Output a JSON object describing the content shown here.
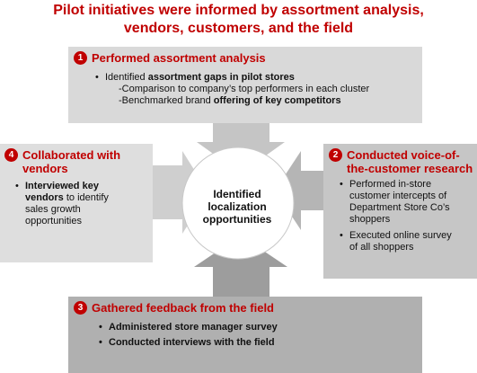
{
  "title_line1": "Pilot initiatives were informed by assortment analysis,",
  "title_line2": "vendors, customers, and the field",
  "center_label": [
    "Identified",
    "localization",
    "opportunities"
  ],
  "panels": {
    "top": {
      "number": "1",
      "heading": "Performed assortment analysis",
      "bullet_prefix": "Identified ",
      "bullet_bold": "assortment gaps in pilot stores",
      "sub1": "-Comparison to company’s top performers in each cluster",
      "sub2_prefix": "-Benchmarked brand ",
      "sub2_bold": "offering of key competitors"
    },
    "right": {
      "number": "2",
      "heading_line1": "Conducted voice-of-",
      "heading_line2": "the-customer research",
      "bullet1": [
        "Performed in-store",
        "customer intercepts of",
        "Department Store Co’s",
        "shoppers"
      ],
      "bullet2": [
        "Executed online survey",
        "of all shoppers"
      ]
    },
    "bottom": {
      "number": "3",
      "heading": "Gathered feedback from the field",
      "bullet1": "Administered store manager survey",
      "bullet2": "Conducted interviews with the field"
    },
    "left": {
      "number": "4",
      "heading_line1": "Collaborated with",
      "heading_line2": "vendors",
      "bullet_bold_line1": "Interviewed key",
      "bullet_bold_line2": "vendors",
      "bullet_rest_line2": " to identify",
      "bullet_line3": "sales growth",
      "bullet_line4": "opportunities"
    }
  },
  "colors": {
    "accent": "#c00000",
    "panel_top": "#d9d9d9",
    "panel_left": "#dedede",
    "panel_right": "#c6c6c6",
    "panel_bottom": "#b0b0b0",
    "arrow_top": "#c5c5c5",
    "arrow_left": "#cfcfcf",
    "arrow_right": "#b5b5b5",
    "arrow_bottom": "#9d9d9d"
  }
}
